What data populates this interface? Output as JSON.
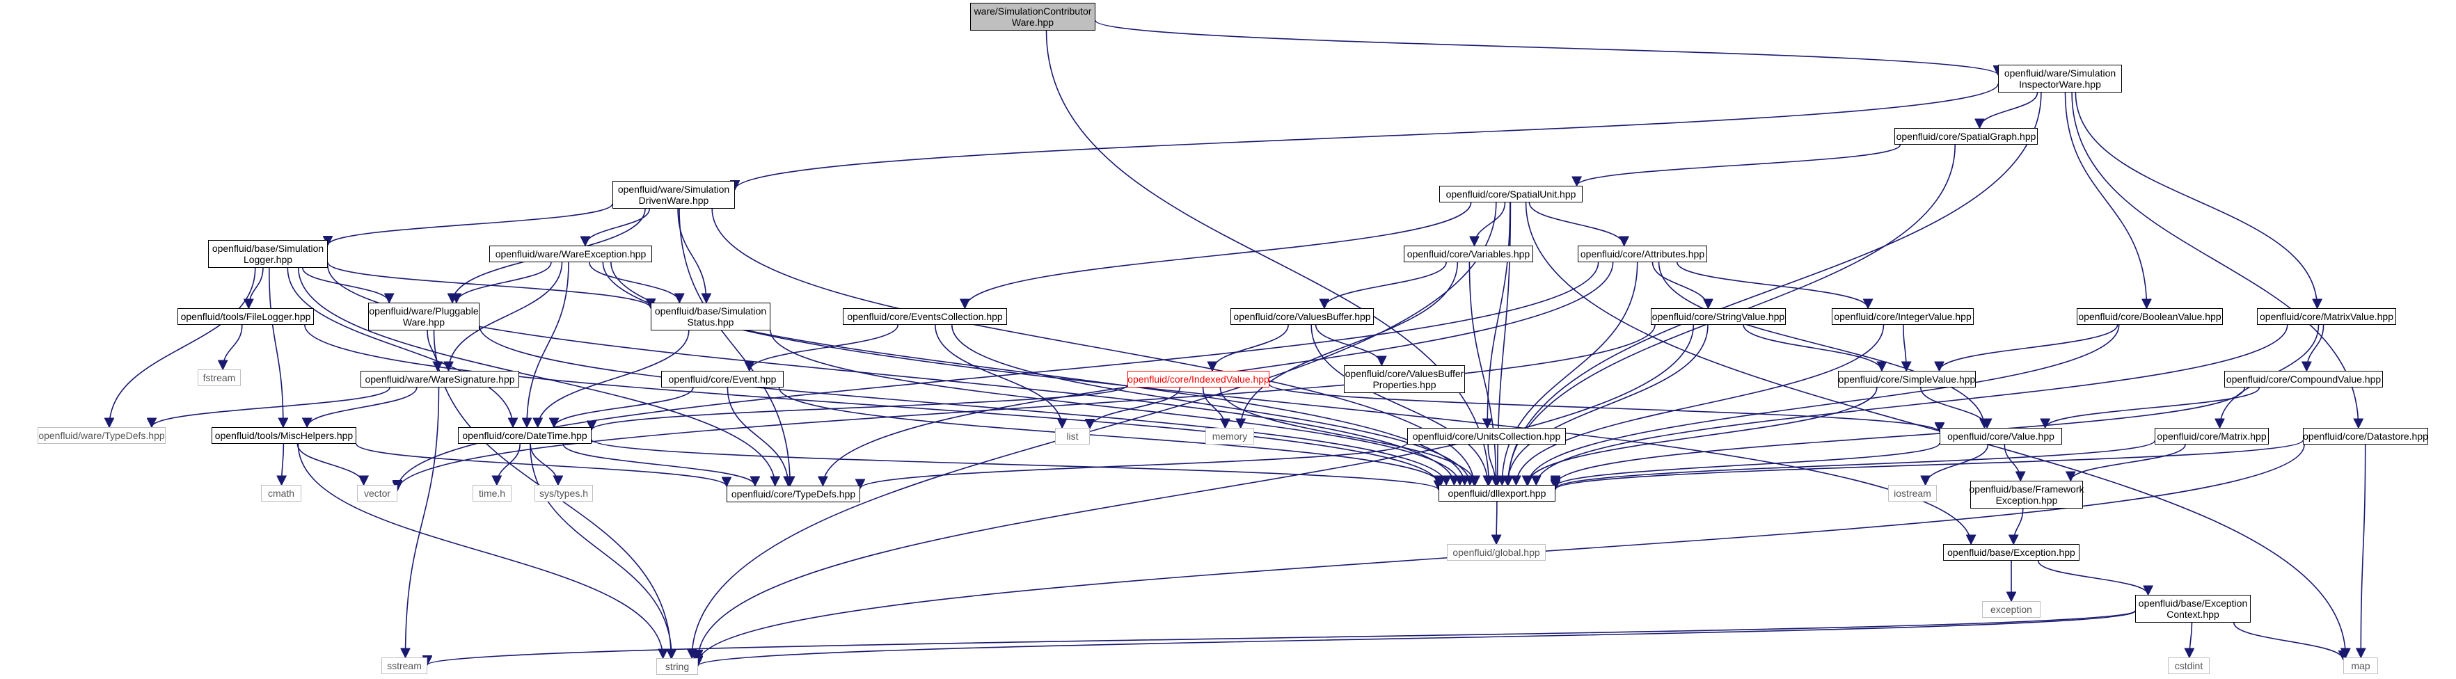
{
  "colors": {
    "edge": "#191970",
    "root_fill": "#bfbfbf",
    "system_border": "#bfbfbf",
    "missing_border": "#ff0000"
  },
  "nodes": [
    {
      "id": "root",
      "label": "ware/SimulationContributor\nWare.hpp",
      "kind": "root"
    },
    {
      "id": "inspector",
      "label": "openfluid/ware/Simulation\nInspectorWare.hpp",
      "kind": "local"
    },
    {
      "id": "spatialgraph",
      "label": "openfluid/core/SpatialGraph.hpp",
      "kind": "local"
    },
    {
      "id": "drivenware",
      "label": "openfluid/ware/Simulation\nDrivenWare.hpp",
      "kind": "local"
    },
    {
      "id": "spatialunit",
      "label": "openfluid/core/SpatialUnit.hpp",
      "kind": "local"
    },
    {
      "id": "simlogger",
      "label": "openfluid/base/Simulation\nLogger.hpp",
      "kind": "local"
    },
    {
      "id": "wareexception",
      "label": "openfluid/ware/WareException.hpp",
      "kind": "local"
    },
    {
      "id": "variables",
      "label": "openfluid/core/Variables.hpp",
      "kind": "local"
    },
    {
      "id": "attributes",
      "label": "openfluid/core/Attributes.hpp",
      "kind": "local"
    },
    {
      "id": "filelogger",
      "label": "openfluid/tools/FileLogger.hpp",
      "kind": "local"
    },
    {
      "id": "pluggable",
      "label": "openfluid/ware/Pluggable\nWare.hpp",
      "kind": "local"
    },
    {
      "id": "simstatus",
      "label": "openfluid/base/Simulation\nStatus.hpp",
      "kind": "local"
    },
    {
      "id": "eventscoll",
      "label": "openfluid/core/EventsCollection.hpp",
      "kind": "local"
    },
    {
      "id": "valuesbuffer",
      "label": "openfluid/core/ValuesBuffer.hpp",
      "kind": "local"
    },
    {
      "id": "stringvalue",
      "label": "openfluid/core/StringValue.hpp",
      "kind": "local"
    },
    {
      "id": "integervalue",
      "label": "openfluid/core/IntegerValue.hpp",
      "kind": "local"
    },
    {
      "id": "booleanvalue",
      "label": "openfluid/core/BooleanValue.hpp",
      "kind": "local"
    },
    {
      "id": "matrixvalue",
      "label": "openfluid/core/MatrixValue.hpp",
      "kind": "local"
    },
    {
      "id": "fstream",
      "label": "fstream",
      "kind": "system"
    },
    {
      "id": "waresignature",
      "label": "openfluid/ware/WareSignature.hpp",
      "kind": "local"
    },
    {
      "id": "event",
      "label": "openfluid/core/Event.hpp",
      "kind": "local"
    },
    {
      "id": "indexedvalue",
      "label": "openfluid/core/IndexedValue.hpp",
      "kind": "missing"
    },
    {
      "id": "vbprops",
      "label": "openfluid/core/ValuesBuffer\nProperties.hpp",
      "kind": "local"
    },
    {
      "id": "simplevalue",
      "label": "openfluid/core/SimpleValue.hpp",
      "kind": "local"
    },
    {
      "id": "compoundvalue",
      "label": "openfluid/core/CompoundValue.hpp",
      "kind": "local"
    },
    {
      "id": "waretypedefs",
      "label": "openfluid/ware/TypeDefs.hpp",
      "kind": "system"
    },
    {
      "id": "mischelpers",
      "label": "openfluid/tools/MiscHelpers.hpp",
      "kind": "local"
    },
    {
      "id": "datetime",
      "label": "openfluid/core/DateTime.hpp",
      "kind": "local"
    },
    {
      "id": "list",
      "label": "list",
      "kind": "system"
    },
    {
      "id": "memory",
      "label": "memory",
      "kind": "system"
    },
    {
      "id": "unitscoll",
      "label": "openfluid/core/UnitsCollection.hpp",
      "kind": "local"
    },
    {
      "id": "value",
      "label": "openfluid/core/Value.hpp",
      "kind": "local"
    },
    {
      "id": "matrix",
      "label": "openfluid/core/Matrix.hpp",
      "kind": "local"
    },
    {
      "id": "datastore",
      "label": "openfluid/core/Datastore.hpp",
      "kind": "local"
    },
    {
      "id": "cmath",
      "label": "cmath",
      "kind": "system"
    },
    {
      "id": "vector",
      "label": "vector",
      "kind": "system"
    },
    {
      "id": "timeh",
      "label": "time.h",
      "kind": "system"
    },
    {
      "id": "systypes",
      "label": "sys/types.h",
      "kind": "system"
    },
    {
      "id": "coretypedefs",
      "label": "openfluid/core/TypeDefs.hpp",
      "kind": "local"
    },
    {
      "id": "dllexport",
      "label": "openfluid/dllexport.hpp",
      "kind": "local"
    },
    {
      "id": "iostream",
      "label": "iostream",
      "kind": "system"
    },
    {
      "id": "fwexception",
      "label": "openfluid/base/Framework\nException.hpp",
      "kind": "local"
    },
    {
      "id": "globalhpp",
      "label": "openfluid/global.hpp",
      "kind": "system"
    },
    {
      "id": "exception",
      "label": "openfluid/base/Exception.hpp",
      "kind": "local"
    },
    {
      "id": "stdexception",
      "label": "exception",
      "kind": "system"
    },
    {
      "id": "exccontext",
      "label": "openfluid/base/Exception\nContext.hpp",
      "kind": "local"
    },
    {
      "id": "sstream",
      "label": "sstream",
      "kind": "system"
    },
    {
      "id": "string",
      "label": "string",
      "kind": "system"
    },
    {
      "id": "cstdint",
      "label": "cstdint",
      "kind": "system"
    },
    {
      "id": "map",
      "label": "map",
      "kind": "system"
    }
  ],
  "edges": [
    [
      "root",
      "inspector"
    ],
    [
      "root",
      "dllexport"
    ],
    [
      "inspector",
      "drivenware"
    ],
    [
      "inspector",
      "spatialgraph"
    ],
    [
      "inspector",
      "booleanvalue"
    ],
    [
      "inspector",
      "matrixvalue"
    ],
    [
      "inspector",
      "datastore"
    ],
    [
      "inspector",
      "dllexport"
    ],
    [
      "spatialgraph",
      "spatialunit"
    ],
    [
      "spatialgraph",
      "dllexport"
    ],
    [
      "drivenware",
      "simlogger"
    ],
    [
      "drivenware",
      "wareexception"
    ],
    [
      "drivenware",
      "pluggable"
    ],
    [
      "drivenware",
      "simstatus"
    ],
    [
      "drivenware",
      "dllexport"
    ],
    [
      "drivenware",
      "coretypedefs"
    ],
    [
      "spatialunit",
      "variables"
    ],
    [
      "spatialunit",
      "attributes"
    ],
    [
      "spatialunit",
      "eventscoll"
    ],
    [
      "spatialunit",
      "unitscoll"
    ],
    [
      "spatialunit",
      "string"
    ],
    [
      "spatialunit",
      "map"
    ],
    [
      "spatialunit",
      "dllexport"
    ],
    [
      "simlogger",
      "filelogger"
    ],
    [
      "simlogger",
      "pluggable"
    ],
    [
      "simlogger",
      "simstatus"
    ],
    [
      "simlogger",
      "waretypedefs"
    ],
    [
      "simlogger",
      "mischelpers"
    ],
    [
      "simlogger",
      "datetime"
    ],
    [
      "simlogger",
      "dllexport"
    ],
    [
      "simlogger",
      "coretypedefs"
    ],
    [
      "wareexception",
      "pluggable"
    ],
    [
      "wareexception",
      "simstatus"
    ],
    [
      "wareexception",
      "waresignature"
    ],
    [
      "wareexception",
      "datetime"
    ],
    [
      "wareexception",
      "dllexport"
    ],
    [
      "wareexception",
      "exception"
    ],
    [
      "variables",
      "valuesbuffer"
    ],
    [
      "variables",
      "memory"
    ],
    [
      "variables",
      "dllexport"
    ],
    [
      "attributes",
      "stringvalue"
    ],
    [
      "attributes",
      "integervalue"
    ],
    [
      "attributes",
      "value"
    ],
    [
      "attributes",
      "dllexport"
    ],
    [
      "attributes",
      "coretypedefs"
    ],
    [
      "attributes",
      "vector"
    ],
    [
      "filelogger",
      "fstream"
    ],
    [
      "filelogger",
      "dllexport"
    ],
    [
      "pluggable",
      "waresignature"
    ],
    [
      "pluggable",
      "string"
    ],
    [
      "pluggable",
      "dllexport"
    ],
    [
      "simstatus",
      "datetime"
    ],
    [
      "simstatus",
      "dllexport"
    ],
    [
      "eventscoll",
      "event"
    ],
    [
      "eventscoll",
      "list"
    ],
    [
      "eventscoll",
      "dllexport"
    ],
    [
      "valuesbuffer",
      "indexedvalue"
    ],
    [
      "valuesbuffer",
      "vbprops"
    ],
    [
      "valuesbuffer",
      "dllexport"
    ],
    [
      "stringvalue",
      "simplevalue"
    ],
    [
      "stringvalue",
      "string"
    ],
    [
      "stringvalue",
      "dllexport"
    ],
    [
      "stringvalue",
      "vector"
    ],
    [
      "integervalue",
      "simplevalue"
    ],
    [
      "integervalue",
      "dllexport"
    ],
    [
      "booleanvalue",
      "simplevalue"
    ],
    [
      "booleanvalue",
      "dllexport"
    ],
    [
      "matrixvalue",
      "compoundvalue"
    ],
    [
      "matrixvalue",
      "matrix"
    ],
    [
      "matrixvalue",
      "dllexport"
    ],
    [
      "waresignature",
      "mischelpers"
    ],
    [
      "waresignature",
      "waretypedefs"
    ],
    [
      "waresignature",
      "sstream"
    ],
    [
      "event",
      "datetime"
    ],
    [
      "event",
      "coretypedefs"
    ],
    [
      "event",
      "dllexport"
    ],
    [
      "indexedvalue",
      "datetime"
    ],
    [
      "indexedvalue",
      "value"
    ],
    [
      "indexedvalue",
      "list"
    ],
    [
      "indexedvalue",
      "memory"
    ],
    [
      "indexedvalue",
      "dllexport"
    ],
    [
      "simplevalue",
      "value"
    ],
    [
      "simplevalue",
      "dllexport"
    ],
    [
      "compoundvalue",
      "value"
    ],
    [
      "compoundvalue",
      "dllexport"
    ],
    [
      "mischelpers",
      "cmath"
    ],
    [
      "mischelpers",
      "vector"
    ],
    [
      "mischelpers",
      "string"
    ],
    [
      "mischelpers",
      "coretypedefs"
    ],
    [
      "datetime",
      "timeh"
    ],
    [
      "datetime",
      "systypes"
    ],
    [
      "datetime",
      "string"
    ],
    [
      "datetime",
      "coretypedefs"
    ],
    [
      "datetime",
      "dllexport"
    ],
    [
      "unitscoll",
      "coretypedefs"
    ],
    [
      "unitscoll",
      "dllexport"
    ],
    [
      "value",
      "iostream"
    ],
    [
      "value",
      "fwexception"
    ],
    [
      "value",
      "dllexport"
    ],
    [
      "matrix",
      "fwexception"
    ],
    [
      "matrix",
      "dllexport"
    ],
    [
      "datastore",
      "map"
    ],
    [
      "datastore",
      "string"
    ],
    [
      "datastore",
      "dllexport"
    ],
    [
      "dllexport",
      "globalhpp"
    ],
    [
      "fwexception",
      "exception"
    ],
    [
      "exception",
      "stdexception"
    ],
    [
      "exception",
      "exccontext"
    ],
    [
      "exccontext",
      "string"
    ],
    [
      "exccontext",
      "map"
    ],
    [
      "exccontext",
      "cstdint"
    ],
    [
      "exccontext",
      "sstream"
    ]
  ]
}
